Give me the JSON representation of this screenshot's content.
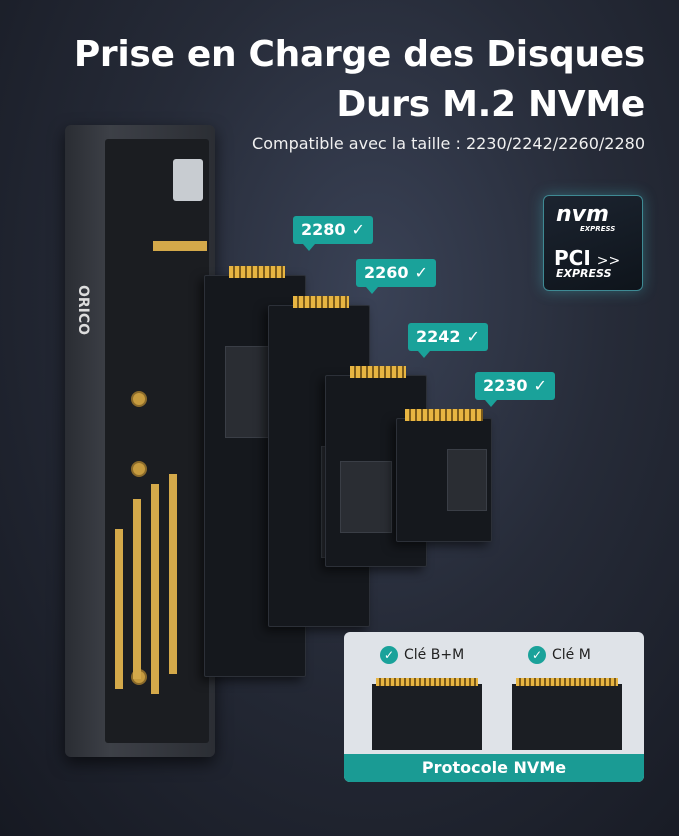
{
  "title_line1": "Prise en Charge des Disques",
  "title_line2": "Durs M.2 NVMe",
  "subtitle": "Compatible avec la taille : 2230/2242/2260/2280",
  "badges": [
    "2280",
    "2260",
    "2242",
    "2230"
  ],
  "check": "✓",
  "logo": {
    "nvm": "nvm",
    "nvm_small": "EXPRESS",
    "pci": "PCI",
    "express": "EXPRESS"
  },
  "enclosure_brand": "ORICO",
  "keys": {
    "key_bm": "Clé B+M",
    "key_m": "Clé M"
  },
  "protocol_label": "Protocole NVMe",
  "accent_color": "#1aa29a"
}
